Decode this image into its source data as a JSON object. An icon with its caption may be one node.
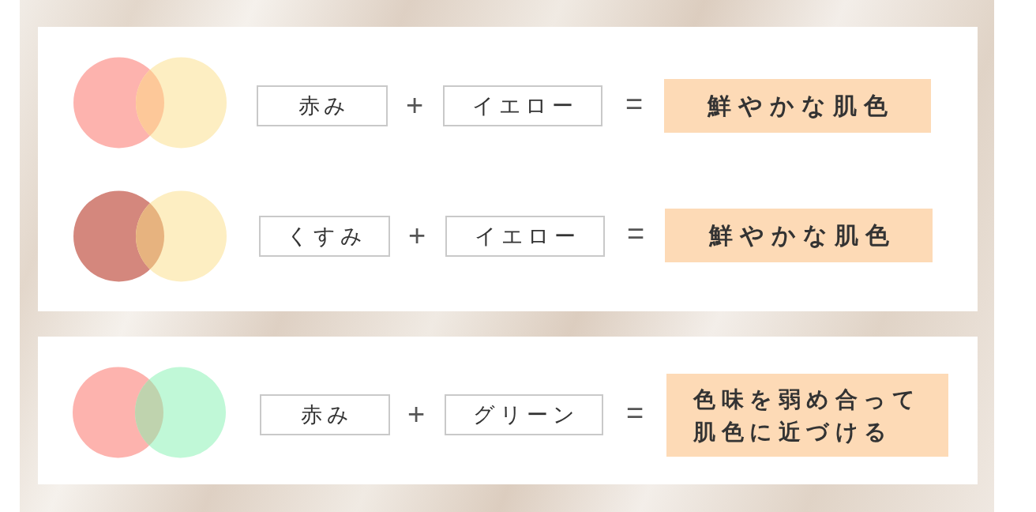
{
  "diagram": {
    "nodes": [
      {
        "text": [],
        "shape": "box"
      },
      {
        "text": [
          "赤み"
        ],
        "in": 0
      },
      {
        "text": [
          "イエロー"
        ],
        "in": 0
      },
      {
        "text": [
          "鮮やかな肌色"
        ],
        "in": 0
      },
      {
        "text": [
          "くすみ"
        ],
        "in": 0
      },
      {
        "text": [
          "イエロー"
        ],
        "in": 0
      },
      {
        "text": [
          "鮮やかな肌色"
        ],
        "in": 0
      },
      {
        "text": [],
        "shape": "box"
      },
      {
        "text": [
          "赤み"
        ],
        "in": 7
      },
      {
        "text": [
          "グリーン"
        ],
        "in": 7
      },
      {
        "text": [
          "色味を弱め合って肌色に近づける"
        ],
        "in": 7
      }
    ],
    "labels": [
      "+",
      "=",
      "+",
      "=",
      "+",
      "="
    ]
  }
}
